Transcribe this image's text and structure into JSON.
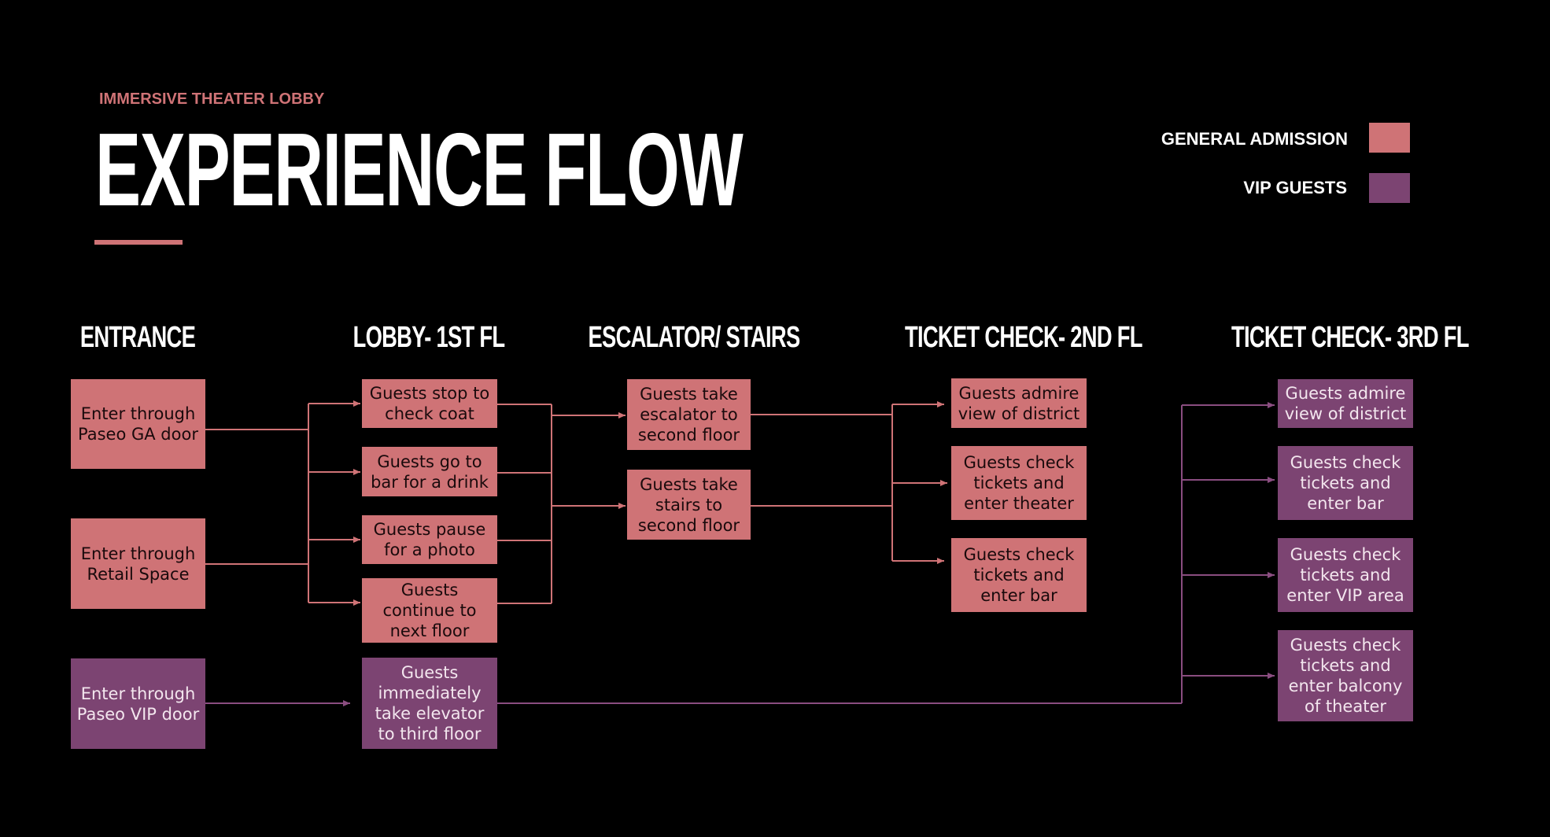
{
  "header": {
    "eyebrow": "IMMERSIVE THEATER LOBBY",
    "title": "EXPERIENCE FLOW"
  },
  "legend": {
    "ga_label": "GENERAL ADMISSION",
    "vip_label": "VIP GUESTS"
  },
  "colors": {
    "general_admission": "#cf7376",
    "vip": "#7c4472",
    "ga_line": "#cf7376",
    "vip_line": "#8a4d80"
  },
  "columns": [
    "ENTRANCE",
    "LOBBY- 1ST FL",
    "ESCALATOR/ STAIRS",
    "TICKET CHECK- 2ND FL",
    "TICKET CHECK- 3RD FL"
  ],
  "nodes": {
    "e1": "Enter through Paseo GA door",
    "e2": "Enter through Retail Space",
    "e3": "Enter through Paseo VIP door",
    "l1": "Guests stop to check coat",
    "l2": "Guests go to bar for a drink",
    "l3": "Guests pause for a photo",
    "l4": "Guests continue to next floor",
    "l5": "Guests immediately take elevator to third floor",
    "s1": "Guests take escalator to second floor",
    "s2": "Guests take stairs to second floor",
    "t1": "Guests admire view of district",
    "t2": "Guests check tickets and enter theater",
    "t3": "Guests check tickets and enter bar",
    "v1": "Guests admire view of district",
    "v2": "Guests check tickets and enter bar",
    "v3": "Guests check tickets and enter VIP area",
    "v4": "Guests check tickets and enter balcony of theater"
  }
}
